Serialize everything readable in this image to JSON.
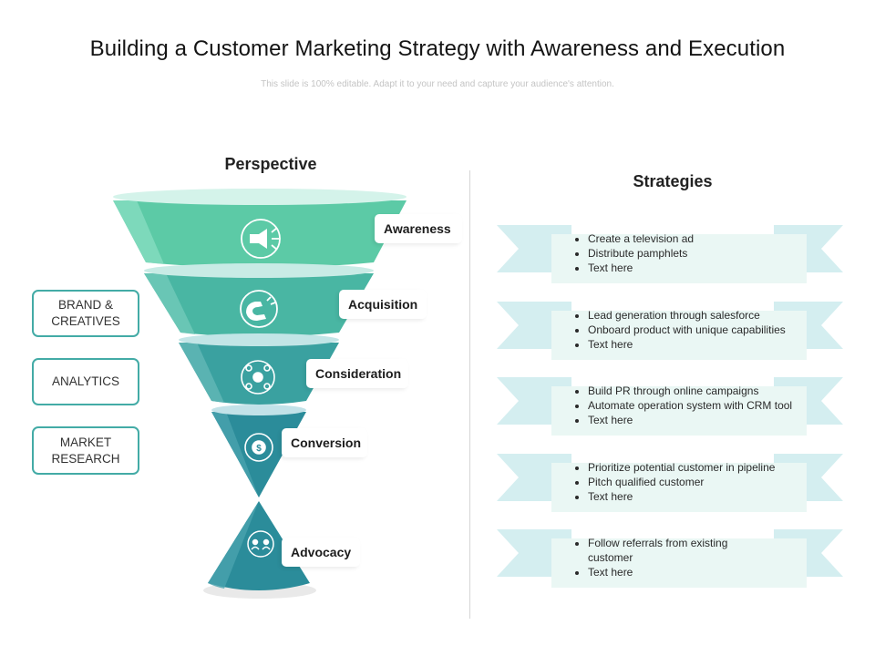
{
  "header": {
    "title": "Building a Customer Marketing Strategy with Awareness and Execution",
    "subtitle": "This slide is 100% editable. Adapt it to your need and capture your audience's attention."
  },
  "perspective": {
    "heading": "Perspective",
    "side_boxes": [
      "BRAND &\nCREATIVES",
      "ANALYTICS",
      "MARKET\nRESEARCH"
    ],
    "stages": [
      {
        "label": "Awareness",
        "icon": "megaphone-icon"
      },
      {
        "label": "Acquisition",
        "icon": "magnet-icon"
      },
      {
        "label": "Consideration",
        "icon": "network-icon"
      },
      {
        "label": "Conversion",
        "icon": "dollar-cycle-icon"
      },
      {
        "label": "Advocacy",
        "icon": "people-share-icon"
      }
    ]
  },
  "strategies": {
    "heading": "Strategies",
    "items": [
      {
        "bullets": [
          "Create  a television ad",
          "Distribute pamphlets",
          "Text here"
        ]
      },
      {
        "bullets": [
          "Lead generation through salesforce",
          "Onboard product with unique capabilities",
          "Text here"
        ]
      },
      {
        "bullets": [
          "Build PR through online campaigns",
          "Automate operation system with CRM tool",
          "Text here"
        ]
      },
      {
        "bullets": [
          "Prioritize potential customer in pipeline",
          "Pitch qualified customer",
          "Text here"
        ]
      },
      {
        "bullets": [
          "Follow referrals  from existing customer",
          "Text here"
        ]
      }
    ]
  },
  "colors": {
    "awareness": "#5ccaa6",
    "acquisition": "#49b6a3",
    "consideration": "#3aa1a0",
    "conversion": "#2b8c9a",
    "advocacy": "#2b8c9a",
    "box_border": "#43aba6",
    "ribbon": "#d6eef0"
  }
}
